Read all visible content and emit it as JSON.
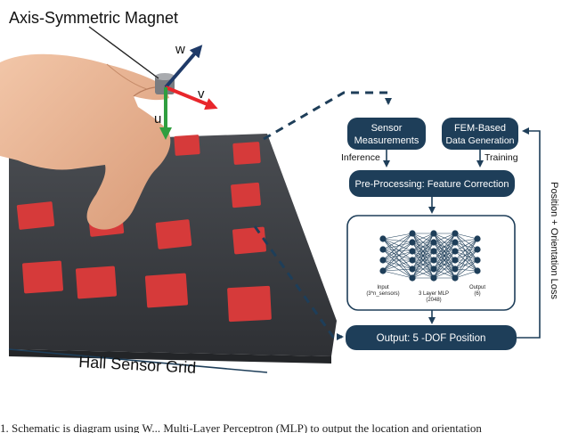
{
  "figure": {
    "photo": {
      "magnet_label": "Axis-Symmetric Magnet",
      "axis_w": "w",
      "axis_v": "v",
      "axis_u": "u",
      "grid_label": "Hall Sensor Grid"
    },
    "pipeline": {
      "sensor_box": [
        "Sensor",
        "Measurements"
      ],
      "fem_box": [
        "FEM-Based",
        "Data Generation"
      ],
      "inference_label": "Inference",
      "training_label": "Training",
      "preprocess_box": "Pre-Processing: Feature Correction",
      "nn_input_label": [
        "Input",
        "(3*n_sensors)"
      ],
      "nn_mlp_label": [
        "3 Layer MLP",
        "(2048)"
      ],
      "nn_output_label": [
        "Output",
        "(6)"
      ],
      "output_box": "Output: 5 -DOF Position",
      "loss_label": "Position + Orientation Loss"
    },
    "colors": {
      "box_fill": "#1e3e59",
      "arrow_w": "#1f3a68",
      "arrow_v": "#e8262b",
      "arrow_u": "#2f9e3f",
      "sensor_board": "#d63a3a",
      "grid_base": "#3a3d42"
    },
    "caption": "1. Schematic is diagram using W... Multi-Layer Perceptron (MLP) to output the location and orientation"
  }
}
